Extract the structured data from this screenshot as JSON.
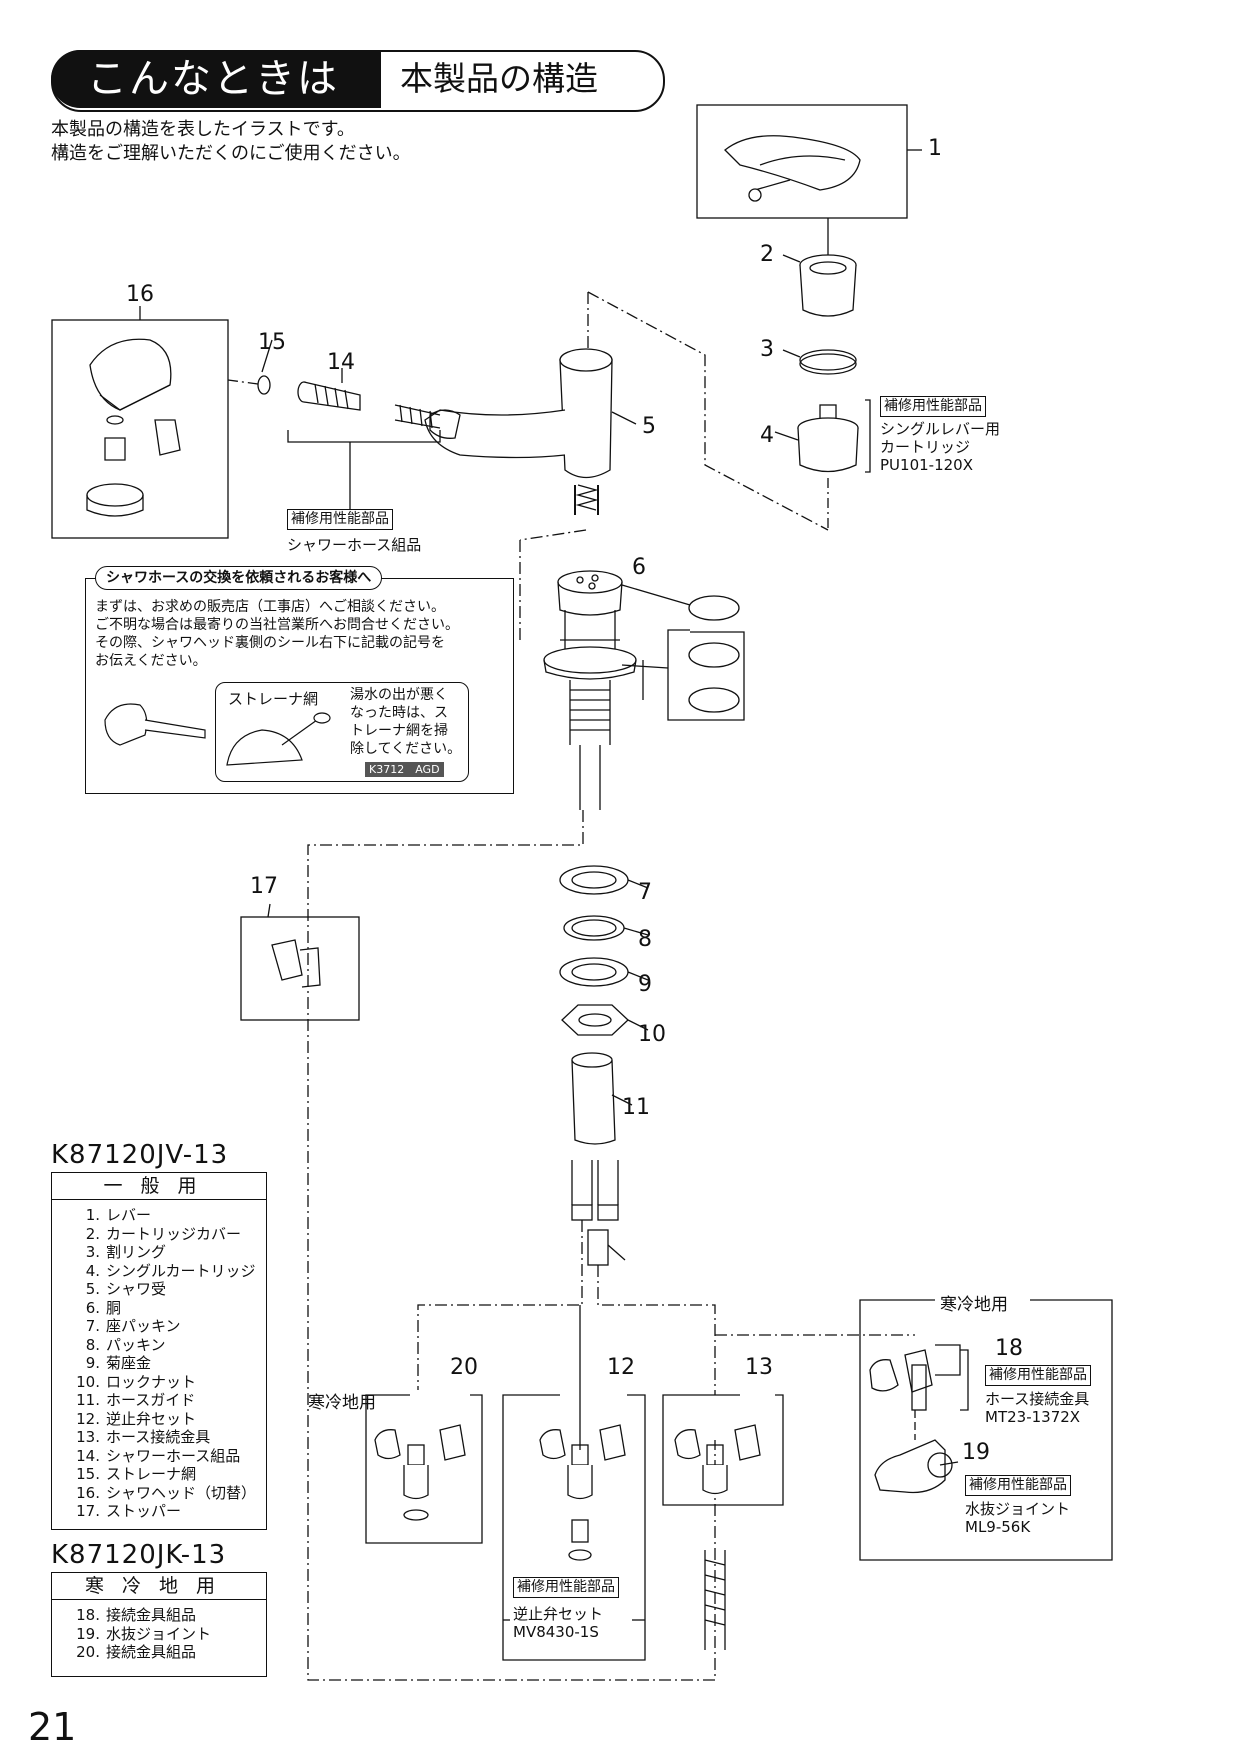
{
  "header": {
    "title": "こんなときは",
    "subtitle": "本製品の構造"
  },
  "intro": [
    "本製品の構造を表したイラストです。",
    "構造をご理解いただくのにご使用ください。"
  ],
  "callouts": [
    "1",
    "2",
    "3",
    "4",
    "5",
    "6",
    "7",
    "8",
    "9",
    "10",
    "11",
    "12",
    "13",
    "14",
    "15",
    "16",
    "17",
    "18",
    "19",
    "20"
  ],
  "repair_tag": "補修用性能部品",
  "cartridge": {
    "name1": "シングルレバー用",
    "name2": "カートリッジ",
    "code": "PU101-120X"
  },
  "hose_set": "シャワーホース組品",
  "notice": {
    "title": "シャワホースの交換を依頼されるお客様へ",
    "lines": [
      "まずは、お求めの販売店（工事店）へご相談ください。",
      "ご不明な場合は最寄りの当社営業所へお問合せください。",
      "その際、シャワヘッド裏側のシール右下に記載の記号を",
      "お伝えください。"
    ],
    "strainer_label": "ストレーナ網",
    "strainer_note": [
      "湯水の出が悪く",
      "なった時は、ス",
      "トレーナ網を掃",
      "除してください。"
    ],
    "code": "K3712　AGD"
  },
  "cold_label": "寒冷地用",
  "joint18": {
    "name": "ホース接続金具",
    "code": "MT23-1372X"
  },
  "joint19": {
    "name": "水抜ジョイント",
    "code": "ML9-56K"
  },
  "valve12": {
    "name": "逆止弁セット",
    "code": "MV8430-1S"
  },
  "table1": {
    "model": "K87120JV-13",
    "head": "一般用",
    "rows": [
      {
        "n": "1.",
        "t": "レバー"
      },
      {
        "n": "2.",
        "t": "カートリッジカバー"
      },
      {
        "n": "3.",
        "t": "割リング"
      },
      {
        "n": "4.",
        "t": "シングルカートリッジ"
      },
      {
        "n": "5.",
        "t": "シャワ受"
      },
      {
        "n": "6.",
        "t": "胴"
      },
      {
        "n": "7.",
        "t": "座パッキン"
      },
      {
        "n": "8.",
        "t": "パッキン"
      },
      {
        "n": "9.",
        "t": "菊座金"
      },
      {
        "n": "10.",
        "t": "ロックナット"
      },
      {
        "n": "11.",
        "t": "ホースガイド"
      },
      {
        "n": "12.",
        "t": "逆止弁セット"
      },
      {
        "n": "13.",
        "t": "ホース接続金具"
      },
      {
        "n": "14.",
        "t": "シャワーホース組品"
      },
      {
        "n": "15.",
        "t": "ストレーナ網"
      },
      {
        "n": "16.",
        "t": "シャワヘッド（切替）"
      },
      {
        "n": "17.",
        "t": "ストッパー"
      }
    ]
  },
  "table2": {
    "model": "K87120JK-13",
    "head": "寒冷地用",
    "rows": [
      {
        "n": "18.",
        "t": "接続金具組品"
      },
      {
        "n": "19.",
        "t": "水抜ジョイント"
      },
      {
        "n": "20.",
        "t": "接続金具組品"
      }
    ]
  },
  "page_number": "21"
}
